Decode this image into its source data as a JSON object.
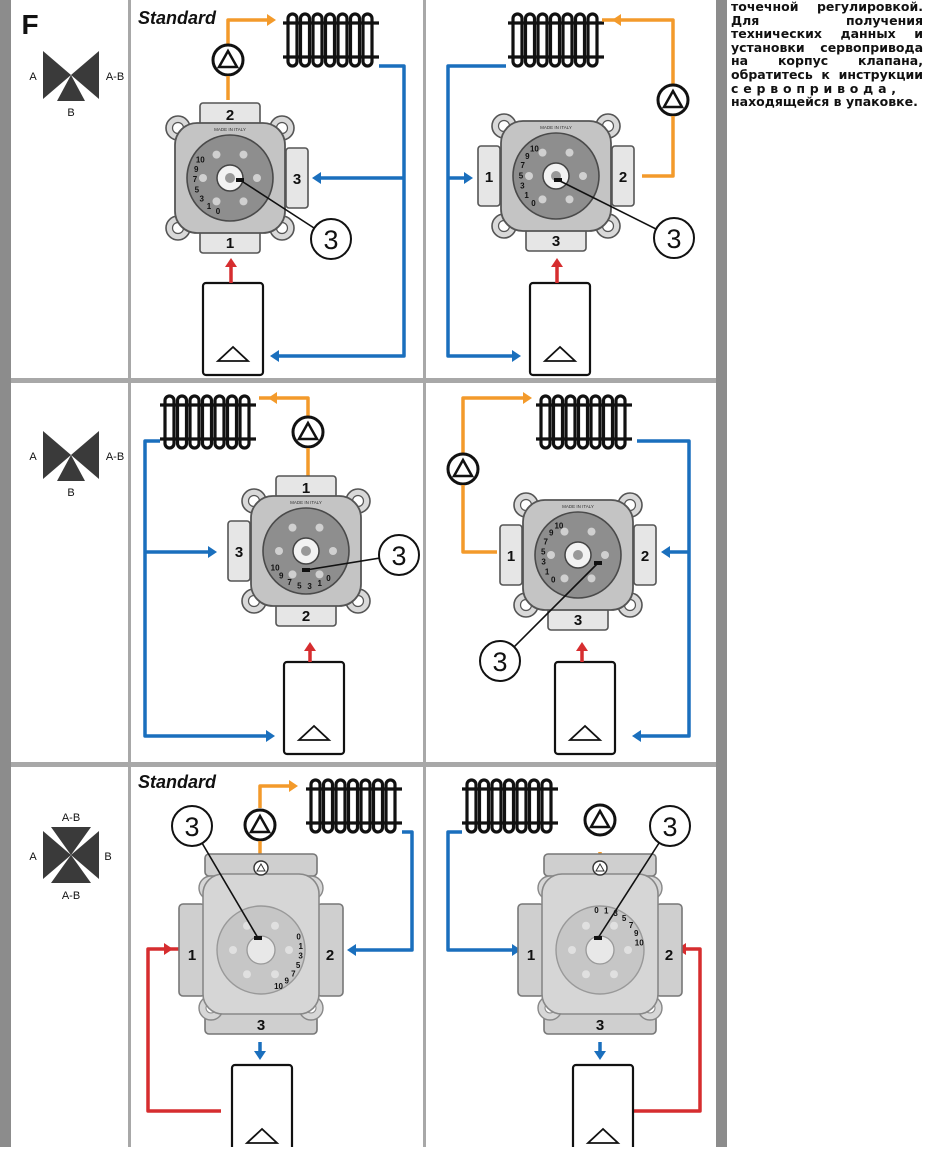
{
  "figure_label": "F",
  "standard_label": "Standard",
  "port_labels": {
    "a": "A",
    "ab": "A-B",
    "b": "B"
  },
  "port_numbers": [
    "1",
    "2",
    "3"
  ],
  "callout_number": "3",
  "scale_numbers": [
    "0",
    "1",
    "3",
    "5",
    "7",
    "9",
    "10"
  ],
  "valve_stamp": "MADE IN ITALY",
  "side_text_lines": [
    "точечной регулировкой.",
    "Для получения",
    "технических данных и",
    "установки сервопривода",
    "на корпус клапана,",
    "обратитесь к инструкции",
    "сервопривода,",
    "находящейся в упаковке."
  ],
  "colors": {
    "supply_hot": "#d62d2f",
    "flow_orange": "#f39a2b",
    "return_blue": "#1a6fbd",
    "frame_gray": "#8c8c8c"
  },
  "icons": [
    "valve-3way-icon",
    "valve-4way-icon",
    "radiator-icon",
    "pump-icon",
    "boiler-icon",
    "valve-body-icon"
  ]
}
